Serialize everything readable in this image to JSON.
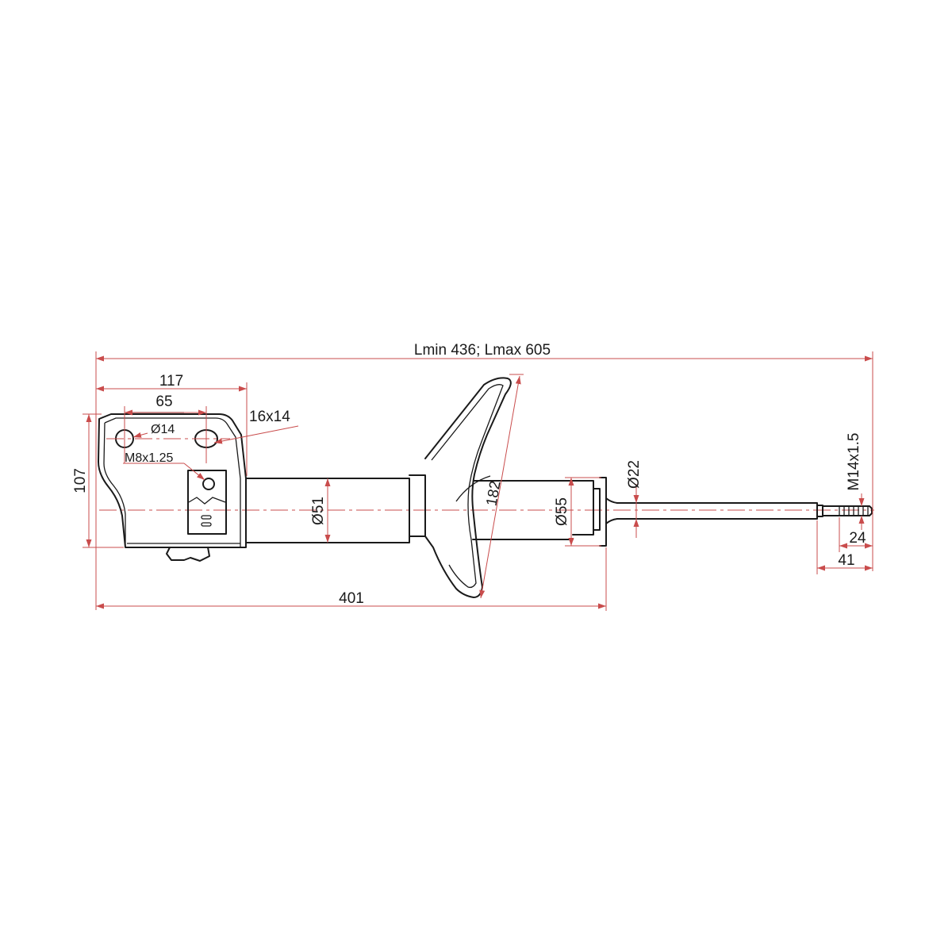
{
  "dimensions": {
    "overall_length": "Lmin 436; Lmax 605",
    "bracket_width": "117",
    "hole_spacing": "65",
    "hole_diameter": "Ø14",
    "slot_size": "16x14",
    "bolt_thread": "M8x1.25",
    "bracket_height": "107",
    "body_diameter": "Ø51",
    "spring_seat_diameter": "182",
    "collar_diameter": "Ø55",
    "rod_diameter": "Ø22",
    "rod_thread": "M14x1.5",
    "thread_length": "24",
    "rod_end_length": "41",
    "body_length": "401"
  }
}
